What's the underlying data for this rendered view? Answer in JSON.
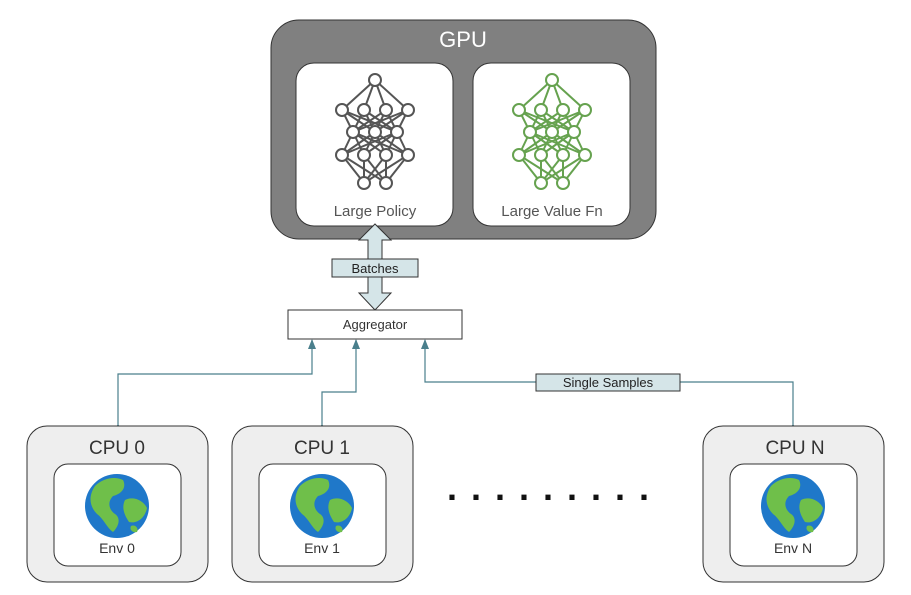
{
  "gpu": {
    "title": "GPU",
    "policy_label": "Large Policy",
    "value_label": "Large Value Fn"
  },
  "links": {
    "batches_label": "Batches",
    "aggregator_label": "Aggregator",
    "single_samples_label": "Single Samples"
  },
  "cpus": [
    {
      "title": "CPU 0",
      "env": "Env 0"
    },
    {
      "title": "CPU 1",
      "env": "Env 1"
    },
    {
      "title": "CPU N",
      "env": "Env N"
    }
  ],
  "ellipsis": ". . . . . . . . .",
  "colors": {
    "gpu_fill": "#808080",
    "panel_fill": "#ffffff",
    "policy_net": "#555555",
    "value_net": "#66a24f",
    "cpu_fill": "#eeeeee",
    "arrow": "#4a7f8c",
    "tag_fill": "#d5e5e8",
    "ocean": "#1f78c9",
    "land": "#6fbf4a"
  }
}
